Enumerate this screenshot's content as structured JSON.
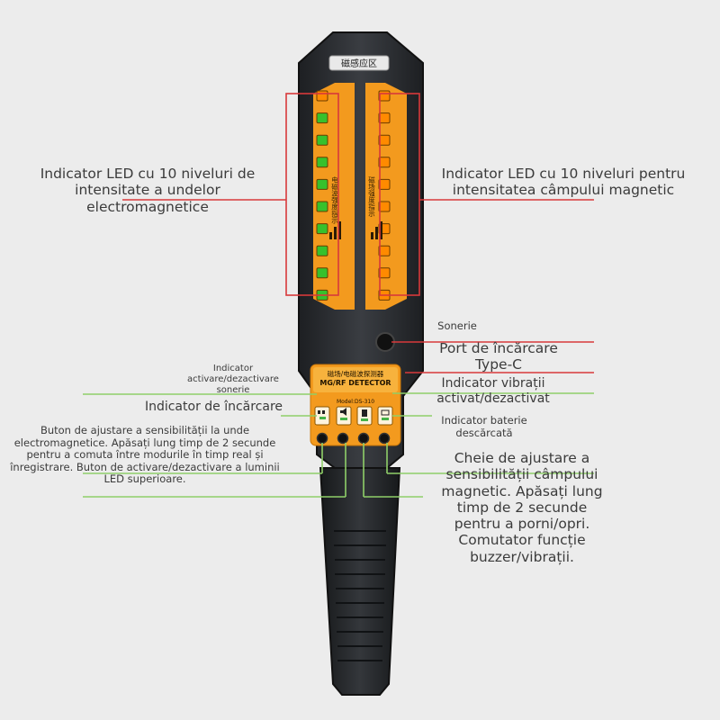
{
  "device": {
    "top_tag": "磁感应区",
    "panel_cn_title": "磁场/电磁波探测器",
    "panel_en_title": "MG/RF  DETECTOR",
    "panel_model": "Model:DS-310",
    "left_strip_vertical_text": "电磁波强度指示",
    "right_strip_vertical_text": "磁场强度指示",
    "indicator_icons": [
      "sound-icon",
      "speaker-icon",
      "vibration-icon",
      "battery-icon"
    ],
    "led_count_per_strip": 10,
    "left_leds": [
      "orange",
      "green",
      "green",
      "green",
      "green",
      "green",
      "green",
      "green",
      "green",
      "green"
    ],
    "right_leds": [
      "orange",
      "orange",
      "orange",
      "orange",
      "orange",
      "orange",
      "orange",
      "orange",
      "orange",
      "orange"
    ],
    "colors": {
      "body": "#2b2d30",
      "orange": "#f39a1e",
      "led_green": "#37c12c",
      "led_orange": "#ff8a00",
      "red_line": "#d8393b",
      "green_line": "#8fcf69"
    }
  },
  "annotations": {
    "left_led": "Indicator LED cu 10 niveluri de intensitate a undelor electromagnetice",
    "right_led": "Indicator LED cu 10 niveluri pentru intensitatea câmpului magnetic",
    "buzzer": "Sonerie",
    "charge_port": "Port de încărcare Type-C",
    "buzzer_indicator": "Indicator activare/dezactivare sonerie",
    "charging_indicator": "Indicator de încărcare",
    "vibration_indicator": "Indicator vibrații activat/dezactivat",
    "battery_indicator": "Indicator baterie descărcată",
    "em_button": "Buton de ajustare a sensibilității la unde electromagnetice. Apăsați lung timp de 2 secunde pentru a comuta între modurile în timp real și înregistrare. Buton de activare/dezactivare a luminii LED superioare.",
    "mg_key": "Cheie de ajustare a sensibilității câmpului magnetic. Apăsați lung timp de 2 secunde pentru a porni/opri. Comutator funcție buzzer/vibrații."
  }
}
